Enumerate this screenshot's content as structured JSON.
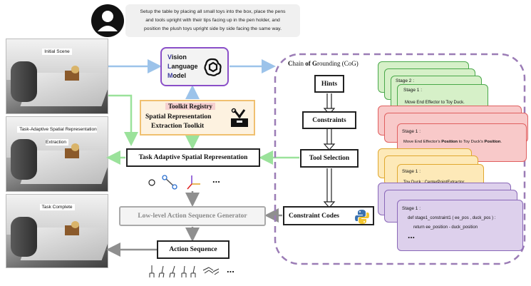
{
  "instruction": {
    "line1": "Setup the table by placing all small toys into the box, place the pens",
    "line2": "and tools upright with their tips facing up in the pen holder, and",
    "line3": "position the plush toys upright side by side facing the same way."
  },
  "photos": [
    {
      "caption": "Initial Scene"
    },
    {
      "caption": "Task-Adaptive Spatial Representation Extraction"
    },
    {
      "caption": "Task Complete"
    }
  ],
  "vlm": {
    "line1": "Vision",
    "line2": "Language",
    "line3": "Model",
    "line1_initial": "V",
    "line1_rest": "ision",
    "line2_initial": "L",
    "line2_rest": "anguage",
    "line3_initial": "M",
    "line3_rest": "odel"
  },
  "toolkit": {
    "registry": "Toolkit Registry",
    "line1": "Spatial Representation",
    "line2": "Extraction Toolkit"
  },
  "tasr": {
    "label": "Task Adaptive Spatial Representation"
  },
  "llasg": {
    "label": "Low-level Action Sequence Generator"
  },
  "action_sequence": {
    "label": "Action Sequence"
  },
  "cog": {
    "title_c": "C",
    "title_1": "hain ",
    "title_of": "of ",
    "title_g": "G",
    "title_2": "rounding (CoG)",
    "steps": [
      "Hints",
      "Constraints",
      "Tool Selection",
      "Constraint Codes"
    ]
  },
  "ellipsis": "...",
  "cards": {
    "green": {
      "title": "Stage 2 :",
      "line1": "Stage 1 :",
      "line2": "Move End Effector to Toy Duck."
    },
    "red": {
      "title": "Stage 1 :",
      "line_a": "Move End Effector's ",
      "line_b": "Position",
      "line_c": " to Toy Duck's ",
      "line_d": "Position",
      "line_e": "."
    },
    "yellow": {
      "title": "Stage 1 :",
      "line": "Toy Duck : CenterPointExtractor"
    },
    "purple": {
      "title": "Stage 1 :",
      "line1": "def stage1_constraint1 ( ee_pos , duck_pos ) :",
      "line2": "return ee_position - duck_position"
    }
  },
  "colors": {
    "blue_arrow": "#9cc3ea",
    "green_arrow": "#9be29b",
    "gray_arrow": "#8f8f8f",
    "vlm_border": "#8a4fc8",
    "toolkit_border": "#f0c070",
    "toolkit_fill": "#fdf2e0",
    "registry_fill": "#f6d0d0",
    "cog_border": "#9b7cb6",
    "green_card": "#d6f0c8",
    "red_card": "#f8c9c9",
    "yellow_card": "#fde9b8",
    "purple_card": "#ddd0ec"
  }
}
